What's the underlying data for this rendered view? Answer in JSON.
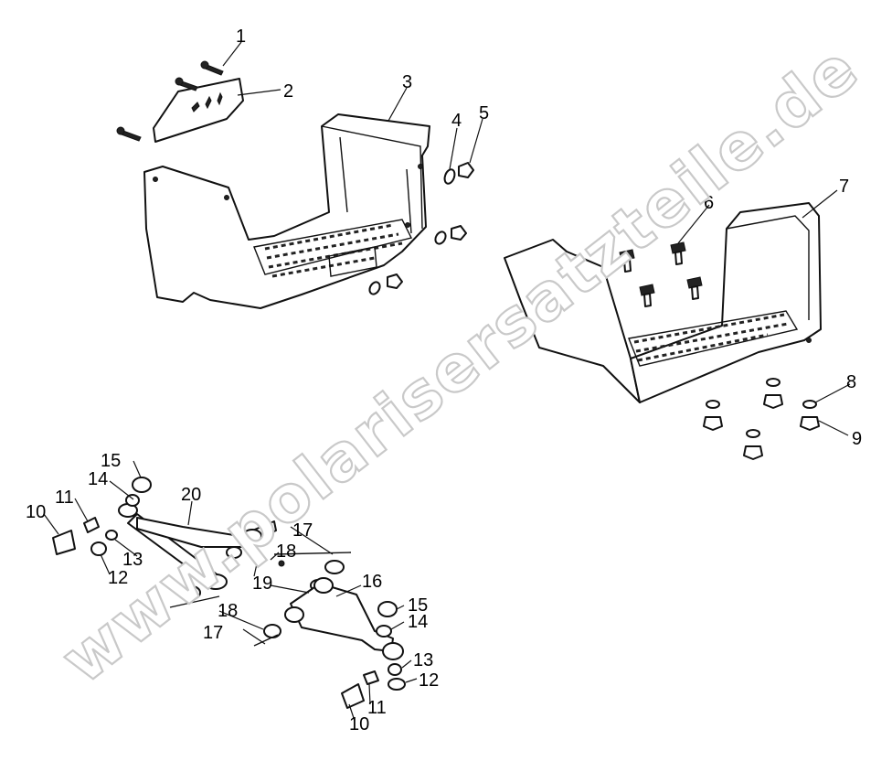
{
  "watermark": "www.polarisersatzteile.de",
  "callouts": {
    "c1": "1",
    "c2": "2",
    "c3": "3",
    "c4": "4",
    "c5": "5",
    "c6": "6",
    "c7": "7",
    "c8": "8",
    "c9": "9",
    "c10a": "10",
    "c11a": "11",
    "c12a": "12",
    "c13a": "13",
    "c14a": "14",
    "c15a": "15",
    "c16": "16",
    "c17a": "17",
    "c18a": "18",
    "c19": "19",
    "c20": "20",
    "c17b": "17",
    "c18b": "18",
    "c15b": "15",
    "c14b": "14",
    "c13b": "13",
    "c12b": "12",
    "c11b": "11",
    "c10b": "10"
  }
}
